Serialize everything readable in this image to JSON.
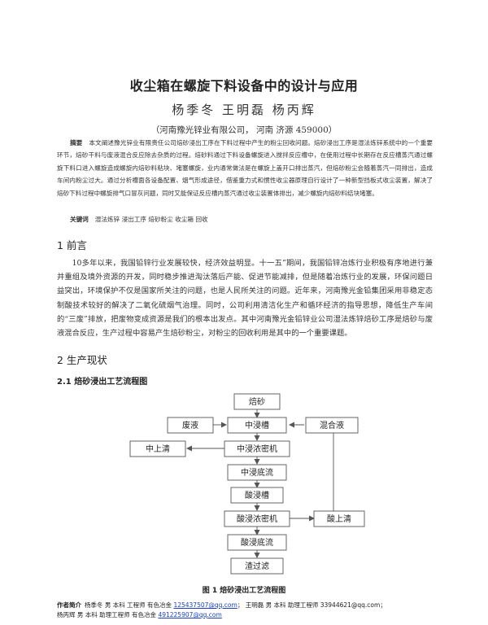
{
  "title": "收尘箱在螺旋下料设备中的设计与应用",
  "authors": "杨季冬 王明磊 杨丙辉",
  "affiliation": "（河南豫光锌业有限公司，  河南 济源 459000）",
  "abstract": {
    "label": "摘要",
    "text": "本文阐述豫光锌业有限责任公司焙砂浸出工序在下料过程中产生的粉尘回收问题。焙砂浸出工序是湿法炼锌系统中的一个重要环节，焙砂干料与废液混合反应除去杂质的过程。焙砂料通过下料设备螺旋进入搅拌反应槽中，在使用过程中长期存在反应槽蒸汽通过螺旋下料口进入螺旋造成螺旋内焙砂料粘块、堵塞螺旋，业内通常做法是在螺旋上盖开口排出蒸汽，但焙砂粉尘会随着蒸汽一同排出，造成车间内粉尘过大。通过分析槽面各设备配置、烟气形成途径，借鉴重力式和惯性收尘器原理自行设计了一种新型挡板式收尘装置，解决了焙砂下料过程中螺旋排气口冒灰问题，同时又能保证反应槽内蒸汽通过收尘装置体排出，减少螺旋内焙砂料结块堵塞。"
  },
  "keywords": {
    "label": "关键词",
    "text": "湿法炼锌 浸出工序 焙砂粉尘 收尘箱 回收"
  },
  "sections": {
    "s1": {
      "heading": "1 前言"
    },
    "s2": {
      "heading": "2 生产现状"
    },
    "s21": {
      "heading": "2.1 焙砂浸出工艺流程图"
    }
  },
  "intro": {
    "p1": "10多年以来，我国铅锌行业发展较快，经济效益明显。十一五”期间，我国铅锌冶炼行业积极有序地进行兼并重组及境外资源的开发，同时稳步推进淘汰落后产能、促进节能减排，但是随着冶炼行业的发展，环保问题日益突出，环境保护不仅是国家所关注的问题，也是人民所关注的问题。近年来，河南豫光金铅集团采用非稳定态制酸技术较好的解决了二氧化硫烟气治理。同时，公司利用清洁化生产和循环经济的指导思想，降低生产车间的“三废”排放，把废物变成资源是我们的根本出发点。其中河南豫光金铅锌业公司湿法炼锌焙砂工序是焙砂与废液混合反应，生产过程中容易产生焙砂粉尘，对粉尘的回收利用是其中的一个重要课题。"
  },
  "flowchart": {
    "nodes": {
      "calcine": "焙砂",
      "waste_liquid": "废液",
      "neutral_tank": "中浸槽",
      "mixed_liquid": "混合液",
      "neutral_supernatant": "中上清",
      "neutral_thickener": "中浸浓密机",
      "neutral_underflow": "中浸底流",
      "acid_tank": "酸浸槽",
      "acid_thickener": "酸浸浓密机",
      "acid_supernatant": "酸上清",
      "acid_underflow": "酸浸底流",
      "residue_filter": "渣过滤"
    }
  },
  "caption": "图 1 焙砂浸出工艺流程图",
  "footnote": {
    "label": "作者简介",
    "line1_a": "杨季冬 男 本科 工程师 有色冶金",
    "email1": "125437507@qq.com",
    "line1_b": "；   王明磊 男 本科 助理工程师 33944621@qq.com；",
    "line2_a": "杨丙辉 男 本科 助理工程师 有色冶金",
    "email2": "491225907@qq.com"
  }
}
